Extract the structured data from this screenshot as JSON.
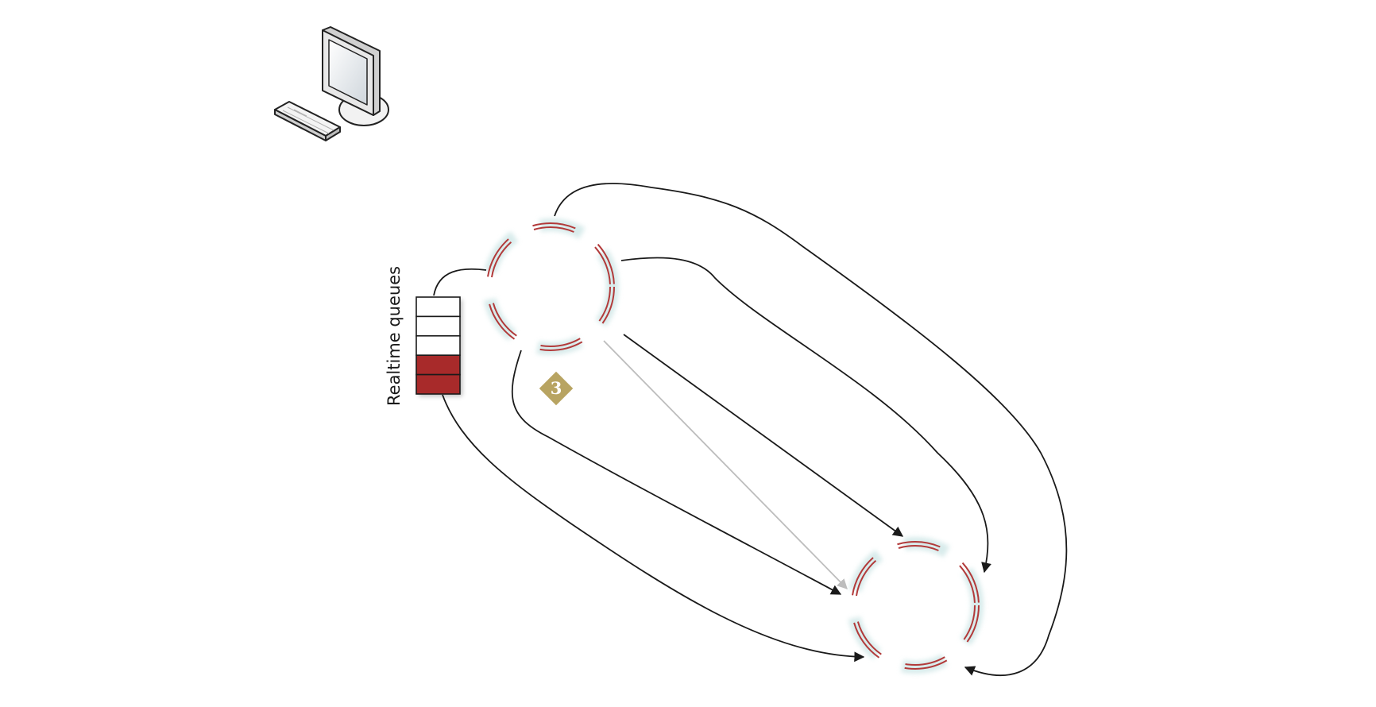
{
  "queue": {
    "label": "Realtime queues",
    "slots_total": 5,
    "slots_filled": 2,
    "fill_color": "#a82a2a",
    "empty_color": "#ffffff"
  },
  "step_badge": {
    "number": "3",
    "color": "#b8a462"
  },
  "colors": {
    "node_ring": "#b23a3a",
    "node_glow": "#b9dcdc",
    "arrow": "#1a1a1a",
    "arrow_highlight": "#bdbdbd"
  },
  "icons": {
    "workstation": "desktop-computer-icon"
  }
}
